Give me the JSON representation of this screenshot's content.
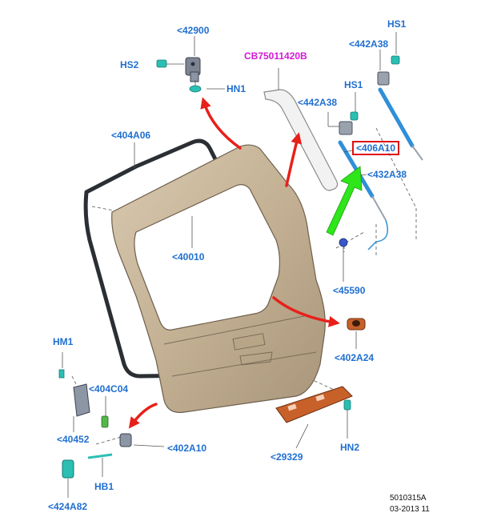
{
  "diagram": {
    "labels": {
      "l42900": "<42900",
      "hs2": "HS2",
      "hn1": "HN1",
      "cb": "CB75011420B",
      "hs1_top": "HS1",
      "l442a38_top": "<442A38",
      "hs1_mid": "HS1",
      "l442a38_mid": "<442A38",
      "l404a06": "<404A06",
      "l406a10": "<406A10",
      "l432a38": "<432A38",
      "l40010": "<40010",
      "l45590": "<45590",
      "l402a24": "<402A24",
      "hm1": "HM1",
      "l404c04": "<404C04",
      "l40452": "<40452",
      "l402a10": "<402A10",
      "hb1": "HB1",
      "l424a82": "<424A82",
      "l29329": "<29329",
      "hn2": "HN2"
    },
    "footer": {
      "code": "5010315A",
      "date": "03-2013 11"
    },
    "colors": {
      "label": "#1f6fd1",
      "highlight_label": "#d21ad6",
      "callout_box": "#e01010",
      "arrow_red": "#e8201a",
      "arrow_green": "#2ee61a",
      "gate_body": "#c9b89e",
      "seal": "#2b2f33",
      "strut": "#2f8fd8",
      "pad": "#c8602a"
    }
  }
}
